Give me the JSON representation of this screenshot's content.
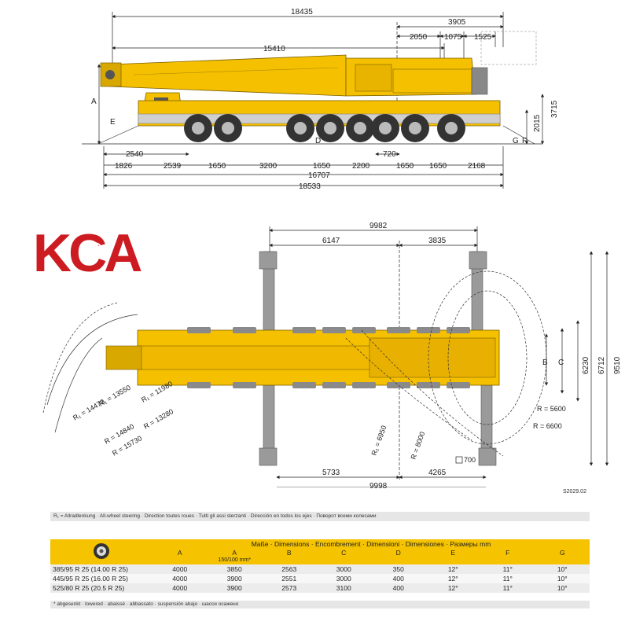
{
  "colors": {
    "crane_yellow": "#f5c000",
    "outrigger_gray": "#9a9a9a",
    "table_yellow": "#f5c300",
    "logo_red": "#cc1b21"
  },
  "logo": {
    "text": "KCA"
  },
  "side_view": {
    "top": {
      "overall": "18435",
      "rear": "3905",
      "r1": "2050",
      "r2": "1075",
      "r3": "1525",
      "boom": "15410"
    },
    "right": {
      "height": "3715",
      "axle_h": "2015"
    },
    "letters": {
      "A": "A",
      "E": "E",
      "D": "D",
      "G": "G",
      "F": "F"
    },
    "lower": {
      "d2540": "2540",
      "d720": "720"
    },
    "row1": [
      "1826",
      "2539",
      "1650",
      "3200",
      "1650",
      "2200",
      "1650",
      "1650",
      "2168"
    ],
    "total1": "16707",
    "total2": "18533"
  },
  "plan_view": {
    "top_total": "9982",
    "top_left": "6147",
    "top_right": "3835",
    "bottom_left": "5733",
    "bottom_right": "4265",
    "bottom_total": "9998",
    "right": [
      "6230",
      "6712",
      "9510"
    ],
    "letters": {
      "B": "B",
      "C": "C"
    },
    "radii": [
      {
        "label": "R₁ = 11980"
      },
      {
        "label": "R₁ = 13550"
      },
      {
        "label": "R = 13280"
      },
      {
        "label": "R₁ = 14470"
      },
      {
        "label": "R = 14840"
      },
      {
        "label": "R = 15730"
      },
      {
        "label": "R₁ = 6950"
      },
      {
        "label": "R = 8000"
      },
      {
        "label": "R = 5600"
      },
      {
        "label": "R = 6600"
      }
    ],
    "pad": "700",
    "drawing_code": "S2029.02"
  },
  "legend": "R₁ =  Allradlenkung · All-wheel steering · Direction toutes roues · Tutti gli assi sterzanti · Dirección en todos los ejes · Поворот всеми колесами",
  "table": {
    "title": "Maße · Dimensions · Encombrement · Dimensioni · Dimensiones · Размеры mm",
    "columns": [
      "A",
      "A",
      "B",
      "C",
      "D",
      "E",
      "F",
      "G"
    ],
    "sub": "150/100 mm*",
    "rows": [
      {
        "tire": "385/95 R 25 (14.00 R 25)",
        "vals": [
          "4000",
          "3850",
          "2563",
          "3000",
          "350",
          "12°",
          "11°",
          "10°"
        ]
      },
      {
        "tire": "445/95 R 25 (16.00 R 25)",
        "vals": [
          "4000",
          "3900",
          "2551",
          "3000",
          "400",
          "12°",
          "11°",
          "10°"
        ]
      },
      {
        "tire": "525/80 R 25 (20.5  R 25)",
        "vals": [
          "4000",
          "3900",
          "2573",
          "3100",
          "400",
          "12°",
          "11°",
          "10°"
        ]
      }
    ],
    "footnote": "* abgesenkt · lowered · abaissé · abbassato · suspensión abajo · шасси осажено"
  }
}
